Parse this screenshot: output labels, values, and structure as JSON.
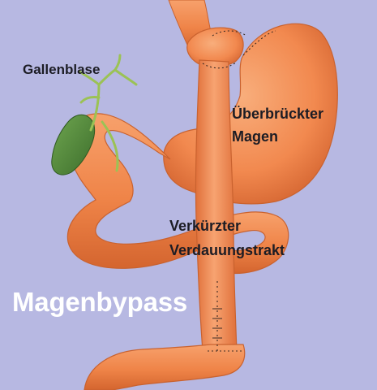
{
  "labels": {
    "gallbladder": "Gallenblase",
    "bypassed_stomach": [
      "Überbrückter",
      "Magen"
    ],
    "shortened_tract": [
      "Verkürzter",
      "Verdauungstrakt"
    ],
    "title": "Magenbypass"
  },
  "colors": {
    "background": "#b7b8e2",
    "organ": "#f2894f",
    "organ_dark": "#cf5f2c",
    "organ_light": "#f8ae7c",
    "gallbladder": "#4f8a3a",
    "bile_duct": "#9bc255",
    "staples": "#3a2a24",
    "title_text": "#ffffff",
    "label_text": "#1c1c24"
  }
}
